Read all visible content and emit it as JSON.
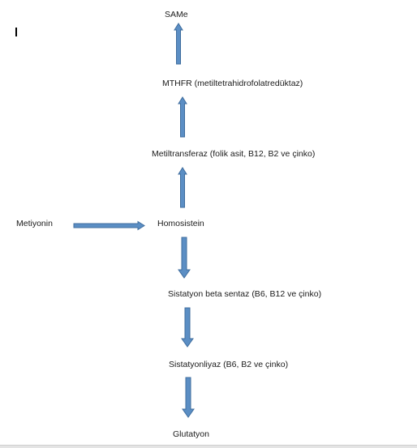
{
  "diagram": {
    "nodes": {
      "same": "SAMe",
      "mthfr": "MTHFR (metiltetrahidrofolatredüktaz)",
      "metiltransferaz": "Metiltransferaz (folik asit, B12, B2 ve çinko)",
      "metiyonin": "Metiyonin",
      "homosistein": "Homosistein",
      "sistatyon_beta_sentaz": "Sistatyon beta sentaz (B6, B12 ve çinko)",
      "sistatyonliyaz": "Sistatyonliyaz (B6, B2 ve çinko)",
      "glutatyon": "Glutatyon"
    },
    "edges": [
      {
        "from": "mthfr",
        "to": "same",
        "direction": "up"
      },
      {
        "from": "metiltransferaz",
        "to": "mthfr",
        "direction": "up"
      },
      {
        "from": "homosistein",
        "to": "metiltransferaz",
        "direction": "up"
      },
      {
        "from": "metiyonin",
        "to": "homosistein",
        "direction": "right"
      },
      {
        "from": "homosistein",
        "to": "sistatyon_beta_sentaz",
        "direction": "down"
      },
      {
        "from": "sistatyon_beta_sentaz",
        "to": "sistatyonliyaz",
        "direction": "down"
      },
      {
        "from": "sistatyonliyaz",
        "to": "glutatyon",
        "direction": "down"
      }
    ],
    "colors": {
      "arrow_fill": "#5b8ec4",
      "arrow_stroke": "#3f6d9e",
      "text": "#1a1a1a",
      "background": "#ffffff"
    }
  }
}
